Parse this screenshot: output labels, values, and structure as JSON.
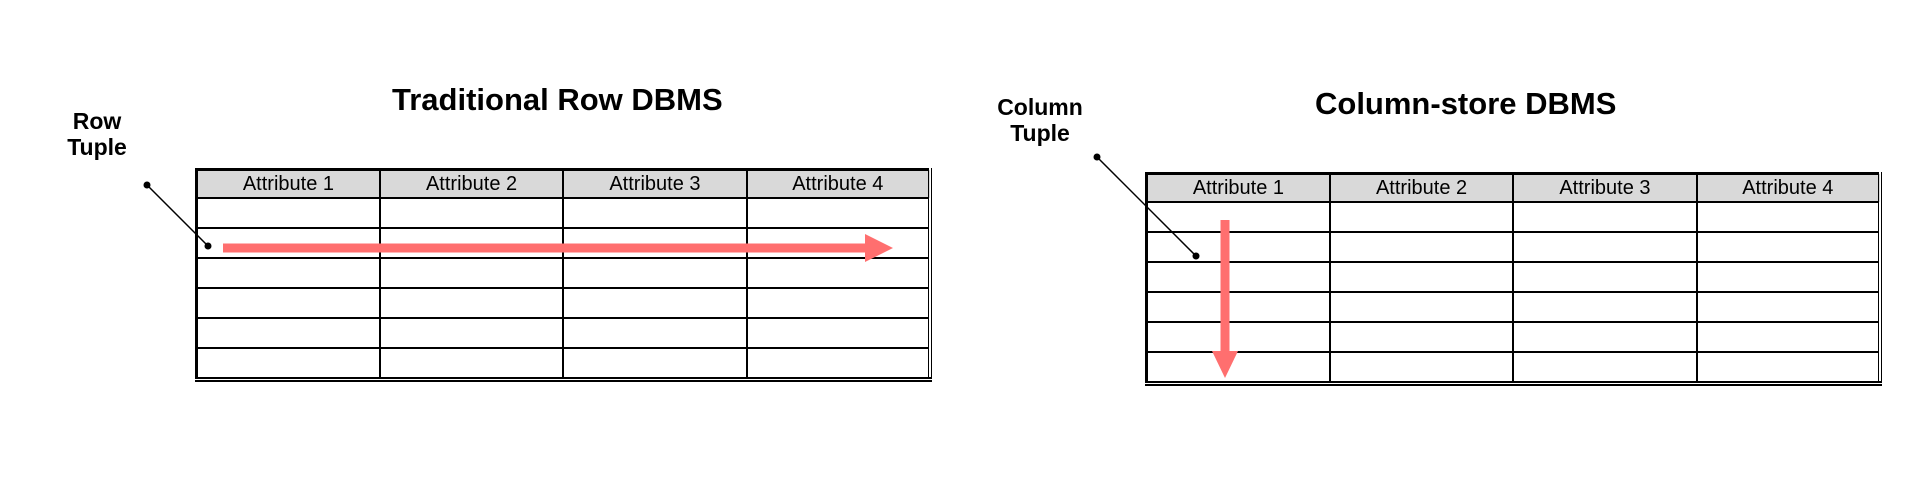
{
  "row_dbms": {
    "title": "Traditional Row DBMS",
    "callout": [
      "Row",
      "Tuple"
    ],
    "columns": [
      "Attribute 1",
      "Attribute 2",
      "Attribute 3",
      "Attribute 4"
    ],
    "data_rows": 6
  },
  "column_dbms": {
    "title": "Column-store DBMS",
    "callout": [
      "Column",
      "Tuple"
    ],
    "columns": [
      "Attribute 1",
      "Attribute 2",
      "Attribute 3",
      "Attribute 4"
    ],
    "data_rows": 6
  },
  "colors": {
    "arrow": "#ff6f6f",
    "header_fill": "#d9d9d9",
    "grid": "#000000"
  }
}
